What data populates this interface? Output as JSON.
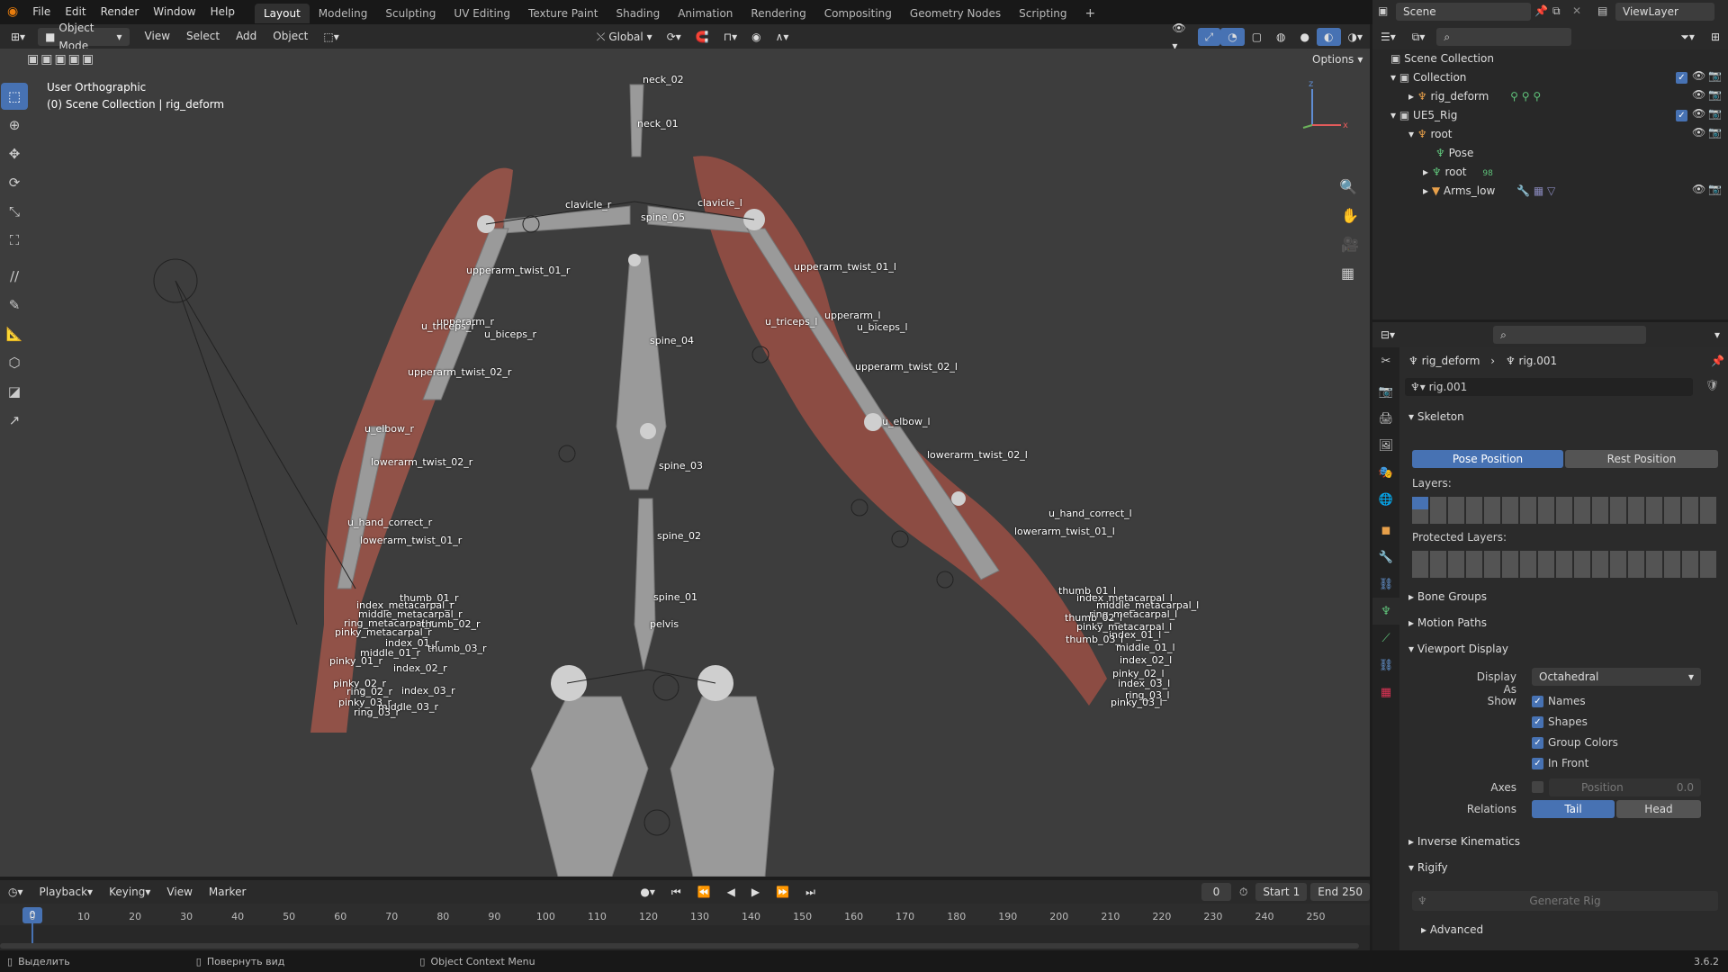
{
  "menus": [
    "File",
    "Edit",
    "Render",
    "Window",
    "Help"
  ],
  "workspaces": [
    {
      "label": "Layout",
      "active": true
    },
    {
      "label": "Modeling"
    },
    {
      "label": "Sculpting"
    },
    {
      "label": "UV Editing"
    },
    {
      "label": "Texture Paint"
    },
    {
      "label": "Shading"
    },
    {
      "label": "Animation"
    },
    {
      "label": "Rendering"
    },
    {
      "label": "Compositing"
    },
    {
      "label": "Geometry Nodes"
    },
    {
      "label": "Scripting"
    }
  ],
  "scene": {
    "label": "Scene",
    "view_layer": "ViewLayer"
  },
  "viewport_header": {
    "mode": "Object Mode",
    "menus": [
      "View",
      "Select",
      "Add",
      "Object"
    ],
    "transform": "Global",
    "options": "Options"
  },
  "viewport": {
    "view_name": "User Orthographic",
    "collection_info": "(0) Scene Collection | rig_deform",
    "bones": [
      {
        "label": "neck_02"
      },
      {
        "label": "neck_01"
      },
      {
        "label": "clavicle_r"
      },
      {
        "label": "clavicle_l"
      },
      {
        "label": "spine_05"
      },
      {
        "label": "upperarm_twist_01_r"
      },
      {
        "label": "upperarm_twist_01_l"
      },
      {
        "label": "upperarm_r"
      },
      {
        "label": "u_triceps_r"
      },
      {
        "label": "u_biceps_r"
      },
      {
        "label": "u_triceps_l"
      },
      {
        "label": "upperarm_l"
      },
      {
        "label": "u_biceps_l"
      },
      {
        "label": "spine_04"
      },
      {
        "label": "upperarm_twist_02_r"
      },
      {
        "label": "upperarm_twist_02_l"
      },
      {
        "label": "u_elbow_r"
      },
      {
        "label": "u_elbow_l"
      },
      {
        "label": "lowerarm_twist_02_r"
      },
      {
        "label": "lowerarm_twist_02_l"
      },
      {
        "label": "spine_03"
      },
      {
        "label": "u_hand_correct_r"
      },
      {
        "label": "u_hand_correct_l"
      },
      {
        "label": "lowerarm_twist_01_r"
      },
      {
        "label": "lowerarm_twist_01_l"
      },
      {
        "label": "spine_02"
      },
      {
        "label": "spine_01"
      },
      {
        "label": "pelvis"
      },
      {
        "label": "thumb_01_r"
      },
      {
        "label": "index_metacarpal_r"
      },
      {
        "label": "middle_metacarpal_r"
      },
      {
        "label": "ring_metacarpal_r"
      },
      {
        "label": "thumb_02_r"
      },
      {
        "label": "pinky_metacarpal_r"
      },
      {
        "label": "index_01_r"
      },
      {
        "label": "thumb_03_r"
      },
      {
        "label": "middle_01_r"
      },
      {
        "label": "pinky_01_r"
      },
      {
        "label": "index_02_r"
      },
      {
        "label": "pinky_02_r"
      },
      {
        "label": "ring_02_r"
      },
      {
        "label": "index_03_r"
      },
      {
        "label": "pinky_03_r"
      },
      {
        "label": "middle_03_r"
      },
      {
        "label": "ring_03_r"
      },
      {
        "label": "thumb_01_l"
      },
      {
        "label": "index_metacarpal_l"
      },
      {
        "label": "middle_metacarpal_l"
      },
      {
        "label": "ring_metacarpal_l"
      },
      {
        "label": "thumb_02_l"
      },
      {
        "label": "pinky_metacarpal_l"
      },
      {
        "label": "index_01_l"
      },
      {
        "label": "thumb_03_l"
      },
      {
        "label": "middle_01_l"
      },
      {
        "label": "index_02_l"
      },
      {
        "label": "pinky_02_l"
      },
      {
        "label": "index_03_l"
      },
      {
        "label": "ring_03_l"
      },
      {
        "label": "pinky_03_l"
      }
    ]
  },
  "timeline": {
    "menus": [
      "Playback",
      "Keying",
      "View",
      "Marker"
    ],
    "current_frame": "0",
    "start_label": "Start",
    "start": "1",
    "end_label": "End",
    "end": "250",
    "ticks": [
      "0",
      "10",
      "20",
      "30",
      "40",
      "50",
      "60",
      "70",
      "80",
      "90",
      "100",
      "110",
      "120",
      "130",
      "140",
      "150",
      "160",
      "170",
      "180",
      "190",
      "200",
      "210",
      "220",
      "230",
      "240",
      "250"
    ]
  },
  "status": {
    "select": "Выделить",
    "rotate": "Повернуть вид",
    "context": "Object Context Menu",
    "version": "3.6.2"
  },
  "outliner": {
    "rows": [
      {
        "label": "Scene Collection",
        "indent": 0
      },
      {
        "label": "Collection",
        "indent": 1
      },
      {
        "label": "rig_deform",
        "indent": 2
      },
      {
        "label": "UE5_Rig",
        "indent": 1
      },
      {
        "label": "root",
        "indent": 2
      },
      {
        "label": "Pose",
        "indent": 3
      },
      {
        "label": "root",
        "indent": 3,
        "badge": "98"
      },
      {
        "label": "Arms_low",
        "indent": 3
      }
    ]
  },
  "properties": {
    "breadcrumb": [
      "rig_deform",
      "rig.001"
    ],
    "datablock": "rig.001",
    "skeleton": {
      "title": "Skeleton",
      "pose_position": "Pose Position",
      "rest_position": "Rest Position",
      "layers": "Layers:",
      "protected_layers": "Protected Layers:"
    },
    "bone_groups": "Bone Groups",
    "motion_paths": "Motion Paths",
    "viewport_display": {
      "title": "Viewport Display",
      "display_as_label": "Display As",
      "display_as": "Octahedral",
      "show_label": "Show",
      "names": "Names",
      "shapes": "Shapes",
      "group_colors": "Group Colors",
      "in_front": "In Front",
      "axes_label": "Axes",
      "position_label": "Position",
      "position_value": "0.0",
      "relations_label": "Relations",
      "tail": "Tail",
      "head": "Head"
    },
    "inverse_kinematics": "Inverse Kinematics",
    "rigify": {
      "title": "Rigify",
      "generate": "Generate Rig",
      "advanced": "Advanced"
    }
  },
  "colors": {
    "accent": "#4772b3",
    "skin": "#a0564a",
    "bone": "#9a9a9a"
  }
}
